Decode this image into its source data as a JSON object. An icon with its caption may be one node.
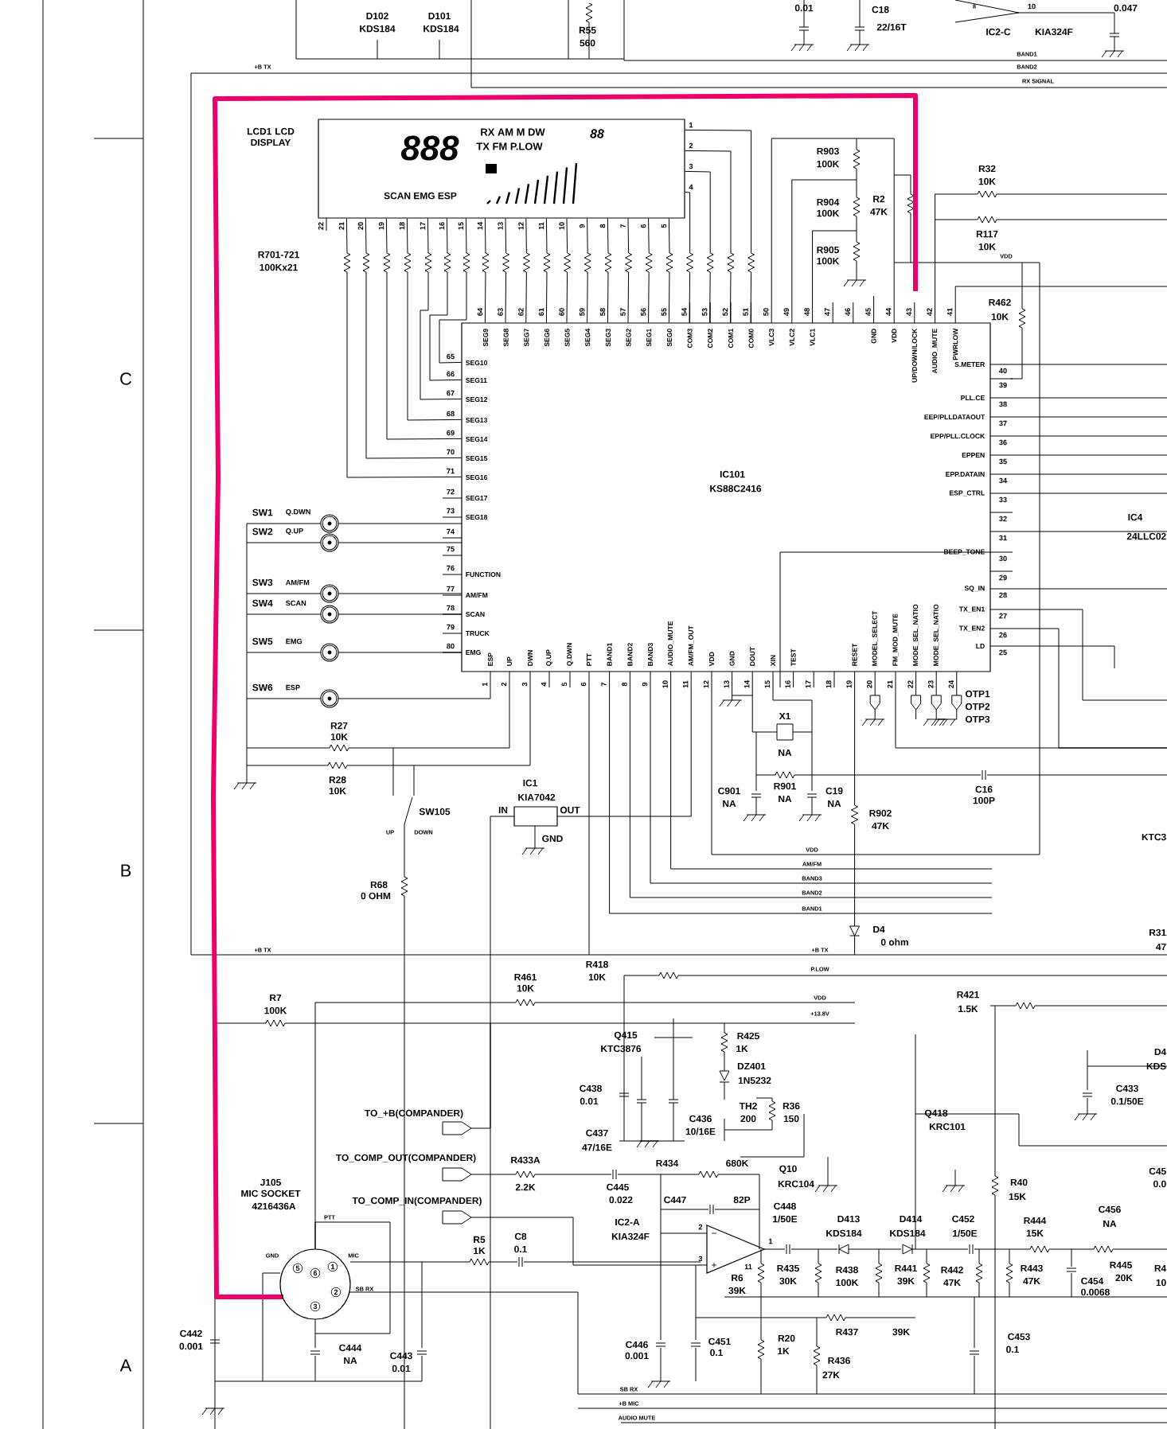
{
  "diagram": {
    "nodes": [
      {
        "text": [
          "888",
          "RX AM M DW",
          "TX FM P.LOW",
          "SCAN EMG ESP",
          "88"
        ],
        "beside": [
          "LCD1 LCD DISPLAY"
        ]
      },
      {
        "text": [
          "IC101",
          "KS88C2416",
          "SEG9",
          "SEG8",
          "SEG7",
          "SEG6",
          "SEG5",
          "SEG4",
          "SEG3",
          "SEG2",
          "SEG1",
          "SEG0",
          "COM3",
          "COM2",
          "COM1",
          "COM0",
          "VLC3",
          "VLC2",
          "VLC1",
          "GND",
          "VDD",
          "UP/DOWN/LOCK",
          "AUDIO_MUTE",
          "PWRLOW",
          "SEG10",
          "SEG11",
          "SEG12",
          "SEG13",
          "SEG14",
          "SEG15",
          "SEG16",
          "SEG17",
          "SEG18",
          "FUNCTION",
          "AM/FM",
          "SCAN",
          "TRUCK",
          "EMG",
          "ESP",
          "UP",
          "DWN",
          "Q.UP",
          "Q.DWN",
          "PTT",
          "BAND1",
          "BAND2",
          "BAND3",
          "AUDIO_MUTE",
          "AM/FM_OUT",
          "VDD",
          "GND",
          "DOUT",
          "XIN",
          "TEST",
          "RESET",
          "MODEL_SELECT",
          "FM_MOD_MUTE",
          "MODE_SEL_NATIO",
          "MODE_SEL_NATIO",
          "S.METER",
          "PLL.CE",
          "EEP/PLLDATAOUT",
          "EPP/PLL.CLOCK",
          "EPPEN",
          "EPP.DATAIN",
          "ESP_CTRL",
          "BEEP_TONE",
          "SQ_IN",
          "TX_EN1",
          "TX_EN2",
          "LD"
        ]
      }
    ],
    "edges": [
      {
        "from": 0,
        "to": 1,
        "arrow": "none"
      },
      {
        "from": 0,
        "to": 1,
        "arrow": "none"
      },
      {
        "from": 0,
        "to": 1,
        "arrow": "none"
      },
      {
        "from": 0,
        "to": 1,
        "arrow": "none"
      },
      {
        "from": 0,
        "to": 1,
        "arrow": "none"
      },
      {
        "from": 0,
        "to": 1,
        "arrow": "none"
      },
      {
        "from": 0,
        "to": 1,
        "arrow": "none"
      },
      {
        "from": 0,
        "to": 1,
        "arrow": "none"
      },
      {
        "from": 0,
        "to": 1,
        "arrow": "none"
      },
      {
        "from": 0,
        "to": 1,
        "arrow": "none"
      },
      {
        "from": 0,
        "to": 1,
        "arrow": "none"
      },
      {
        "from": 0,
        "to": 1,
        "arrow": "none"
      },
      {
        "from": 0,
        "to": 1,
        "arrow": "none"
      },
      {
        "from": 0,
        "to": 1,
        "arrow": "none"
      },
      {
        "from": 0,
        "to": 1,
        "arrow": "none"
      },
      {
        "from": 0,
        "to": 1,
        "arrow": "none"
      },
      {
        "from": 0,
        "to": 1,
        "arrow": "none"
      },
      {
        "from": 0,
        "to": 1,
        "arrow": "none"
      },
      {
        "from": 0,
        "to": 1,
        "arrow": "none"
      },
      {
        "from": 0,
        "to": 1,
        "arrow": "none"
      },
      {
        "from": 0,
        "to": 1,
        "arrow": "none"
      }
    ],
    "labels": [
      "D102",
      "KDS184",
      "D101",
      "KDS184",
      "R55",
      "560",
      "0.01",
      "C18",
      "22/16T",
      "8",
      "10",
      "IC2-C",
      "KIA324F",
      "0.047",
      "+B TX",
      "BAND1",
      "BAND2",
      "RX SIGNAL",
      "C",
      "B",
      "A",
      "R701-721",
      "100Kx21",
      "22",
      "21",
      "20",
      "19",
      "18",
      "17",
      "16",
      "15",
      "14",
      "13",
      "12",
      "11",
      "10",
      "9",
      "8",
      "7",
      "6",
      "5",
      "1",
      "2",
      "3",
      "4",
      "64",
      "63",
      "62",
      "61",
      "60",
      "59",
      "58",
      "57",
      "56",
      "55",
      "54",
      "53",
      "52",
      "51",
      "50",
      "49",
      "48",
      "47",
      "46",
      "45",
      "44",
      "43",
      "42",
      "41",
      "65",
      "66",
      "67",
      "68",
      "69",
      "70",
      "71",
      "72",
      "73",
      "74",
      "75",
      "76",
      "77",
      "78",
      "79",
      "80",
      "1",
      "2",
      "3",
      "4",
      "5",
      "6",
      "7",
      "8",
      "9",
      "10",
      "11",
      "12",
      "13",
      "14",
      "15",
      "16",
      "17",
      "18",
      "19",
      "20",
      "21",
      "22",
      "23",
      "24",
      "40",
      "39",
      "38",
      "37",
      "36",
      "35",
      "34",
      "33",
      "32",
      "31",
      "30",
      "29",
      "28",
      "27",
      "26",
      "25",
      "SW1",
      "Q.DWN",
      "SW2",
      "Q.UP",
      "SW3",
      "AM/FM",
      "SW4",
      "SCAN",
      "SW5",
      "EMG",
      "SW6",
      "ESP",
      "R903",
      "100K",
      "R904",
      "100K",
      "R905",
      "100K",
      "R2",
      "47K",
      "R32",
      "10K",
      "R117",
      "10K",
      "VDD",
      "R462",
      "10K",
      "R27",
      "10K",
      "R28",
      "10K",
      "SW105",
      "UP",
      "DOWN",
      "R68",
      "0 OHM",
      "IC1",
      "KIA7042",
      "IN",
      "OUT",
      "GND",
      "X1",
      "NA",
      "C901",
      "NA",
      "R901",
      "NA",
      "C19",
      "NA",
      "R902",
      "47K",
      "C16",
      "100P",
      "OTP1",
      "OTP2",
      "OTP3",
      "IC4",
      "24LLC02",
      "KTC3",
      "VDD",
      "AM/FM",
      "BAND3",
      "BAND2",
      "BAND1",
      "D4",
      "0 ohm",
      "R31",
      "47",
      "+B TX",
      "+B TX",
      "P.LOW",
      "VDD",
      "+13.8V",
      "R7",
      "100K",
      "R461",
      "10K",
      "R418",
      "10K",
      "R421",
      "1.5K",
      "Q415",
      "KTC3876",
      "R425",
      "1K",
      "DZ401",
      "1N5232",
      "TH2",
      "200",
      "R36",
      "150",
      "C438",
      "0.01",
      "C436",
      "C437",
      "10/16E",
      "47/16E",
      "Q10",
      "KRC104",
      "Q418",
      "KRC101",
      "R40",
      "15K",
      "C433",
      "0.1/50E",
      "D4",
      "KDS",
      "J105",
      "MIC SOCKET",
      "4216436A",
      "TO_+B(COMPANDER)",
      "TO_COMP_OUT(COMPANDER)",
      "R433A",
      "2.2K",
      "TO_COMP_IN(COMPANDER)",
      "PTT",
      "GND",
      "MIC",
      "SB RX",
      "5",
      "6",
      "1",
      "2",
      "3",
      "R5",
      "1K",
      "C8",
      "0.1",
      "C442",
      "0.001",
      "C444",
      "NA",
      "C443",
      "0.01",
      "R434",
      "680K",
      "C445",
      "0.022",
      "C447",
      "82P",
      "IC2-A",
      "KIA324F",
      "2",
      "3",
      "1",
      "11",
      "C448",
      "1/50E",
      "D413",
      "KDS184",
      "D414",
      "KDS184",
      "C452",
      "1/50E",
      "R444",
      "15K",
      "C456",
      "NA",
      "C45",
      "0.0",
      "R6",
      "39K",
      "R435",
      "30K",
      "R438",
      "100K",
      "R441",
      "39K",
      "R442",
      "47K",
      "R443",
      "47K",
      "R445",
      "20K",
      "C454",
      "0.0068",
      "R4",
      "10",
      "R437",
      "39K",
      "C446",
      "0.001",
      "C451",
      "0.1",
      "R20",
      "1K",
      "R436",
      "27K",
      "C453",
      "0.1",
      "SB RX",
      "+B MIC",
      "AUDIO MUTE"
    ]
  }
}
